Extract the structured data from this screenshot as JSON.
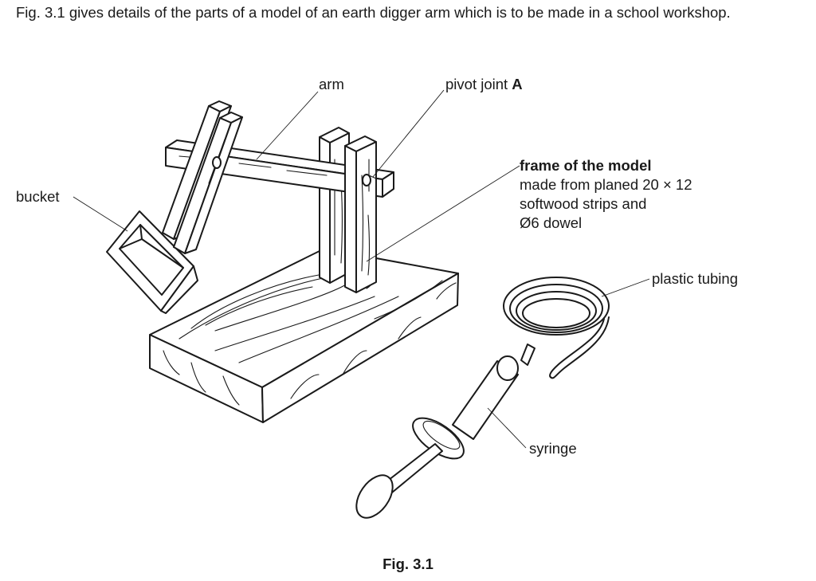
{
  "intro_text": "Fig. 3.1 gives details of the parts of a model of an earth digger arm which is to be made in a school workshop.",
  "labels": {
    "arm": "arm",
    "pivot_prefix": "pivot joint ",
    "pivot_letter": "A",
    "frame_title": "frame of the model",
    "frame_line1": "made from planed 20 × 12",
    "frame_line2": "softwood strips and",
    "frame_line3": "Ø6 dowel",
    "bucket": "bucket",
    "plastic_tubing": "plastic tubing",
    "syringe": "syringe"
  },
  "caption": "Fig. 3.1"
}
